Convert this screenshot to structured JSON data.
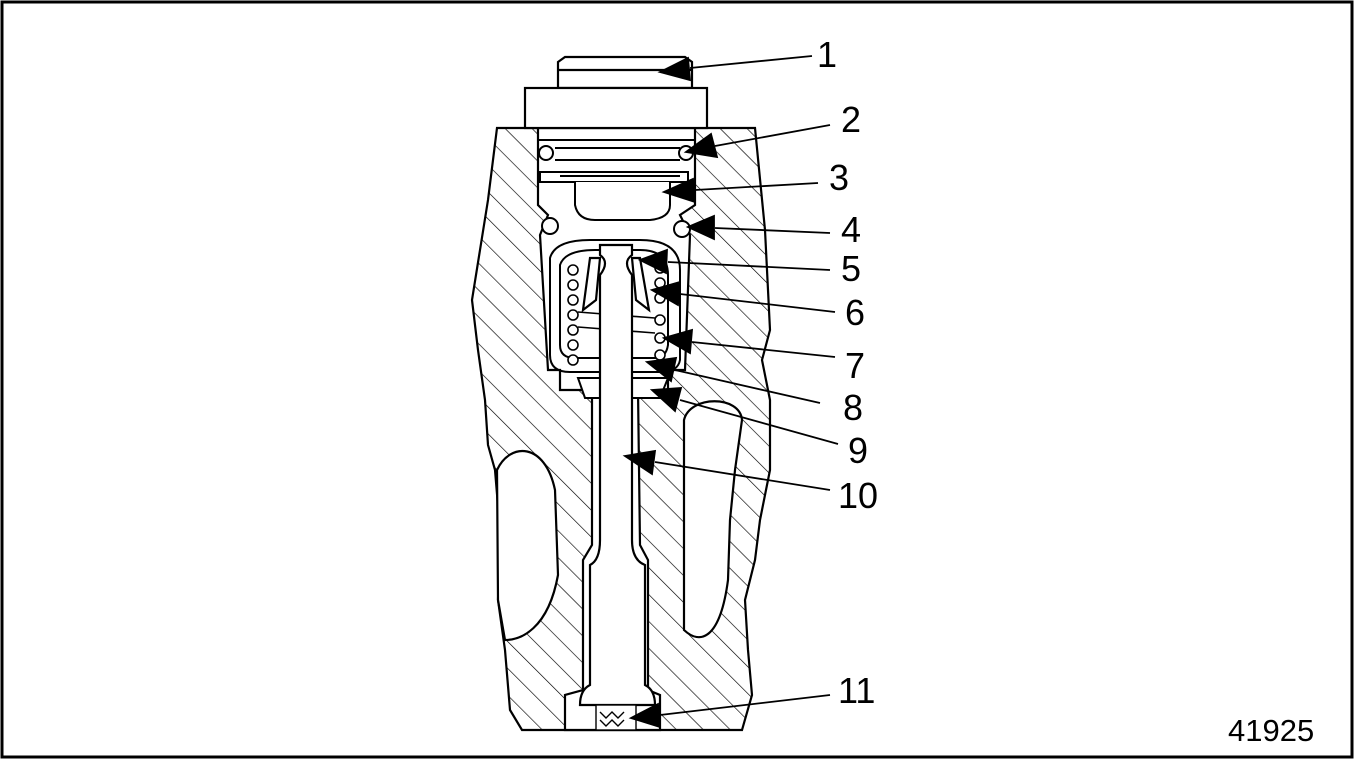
{
  "figure_number": "41925",
  "callouts": [
    {
      "label": "1"
    },
    {
      "label": "2"
    },
    {
      "label": "3"
    },
    {
      "label": "4"
    },
    {
      "label": "5"
    },
    {
      "label": "6"
    },
    {
      "label": "7"
    },
    {
      "label": "8"
    },
    {
      "label": "9"
    },
    {
      "label": "10"
    },
    {
      "label": "11"
    }
  ],
  "colors": {
    "line": "#000000",
    "background": "#ffffff"
  }
}
